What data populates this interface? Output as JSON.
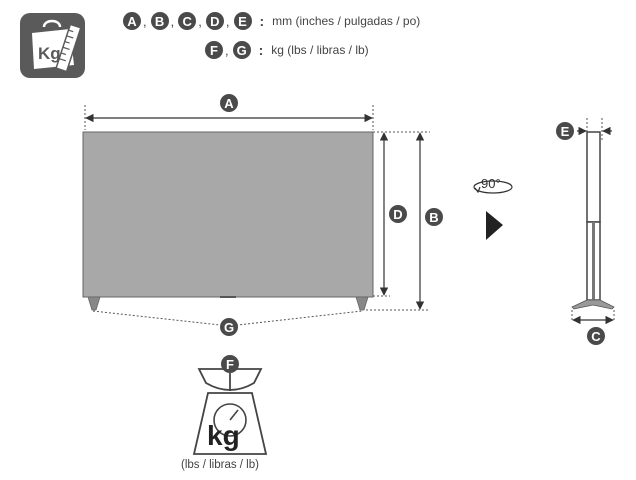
{
  "legend": {
    "row1_letters": [
      "A",
      "B",
      "C",
      "D",
      "E"
    ],
    "row1_separator": ",",
    "row1_colon": ":",
    "row1_units": "mm (inches / pulgadas / po)",
    "row2_letters": [
      "F",
      "G"
    ],
    "row2_separator": ",",
    "row2_colon": ":",
    "row2_units": "kg (lbs / libras / lb)"
  },
  "icon": {
    "text": "Kg",
    "name": "weight-bag-icon"
  },
  "dimensions": {
    "width_label": "A",
    "height_with_stand_label": "B",
    "depth_stand_label": "C",
    "height_label": "D",
    "depth_label": "E",
    "weight_label": "F",
    "weight_with_stand_label": "G"
  },
  "rotation": {
    "text": "90°"
  },
  "scale": {
    "kg_text": "kg",
    "units_text": "(lbs / libras / lb)"
  },
  "colors": {
    "badge": "#4a4a4a",
    "tv_screen": "#a8a8a8",
    "line": "#333333"
  }
}
